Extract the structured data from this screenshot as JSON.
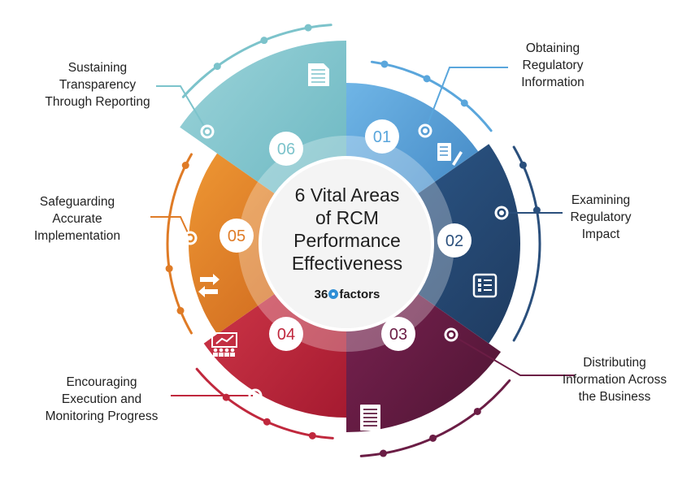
{
  "center": {
    "title_lines": [
      "6 Vital Areas",
      "of RCM",
      "Performance",
      "Effectiveness"
    ],
    "logo": {
      "prefix": "36",
      "suffix": "factors"
    }
  },
  "segments": [
    {
      "number": "01",
      "label_lines": [
        "Obtaining",
        "Regulatory",
        "Information"
      ],
      "color": "#5aa6dc",
      "icon": "pencil-document-icon"
    },
    {
      "number": "02",
      "label_lines": [
        "Examining",
        "Regulatory",
        "Impact"
      ],
      "color": "#2a4f7c",
      "icon": "checklist-icon"
    },
    {
      "number": "03",
      "label_lines": [
        "Distributing",
        "Information Across",
        "the Business"
      ],
      "color": "#6b1d45",
      "icon": "document-lines-icon"
    },
    {
      "number": "04",
      "label_lines": [
        "Encouraging",
        "Execution and",
        "Monitoring Progress"
      ],
      "color": "#c0283d",
      "icon": "presentation-chart-icon"
    },
    {
      "number": "05",
      "label_lines": [
        "Safeguarding",
        "Accurate",
        "Implementation"
      ],
      "color": "#df7b26",
      "icon": "swap-arrows-icon"
    },
    {
      "number": "06",
      "label_lines": [
        "Sustaining",
        "Transparency",
        "Through Reporting"
      ],
      "color": "#7cc3cb",
      "icon": "report-document-icon"
    }
  ]
}
